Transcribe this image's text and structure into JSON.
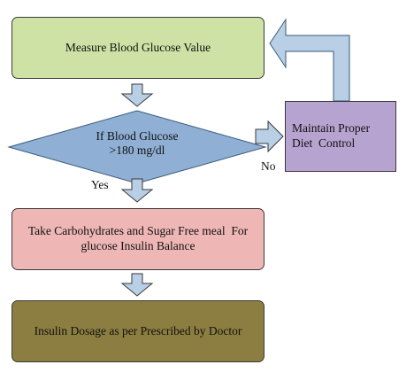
{
  "nodes": {
    "measure": "Measure Blood Glucose Value",
    "decision_line1": "If Blood Glucose",
    "decision_line2": ">180 mg/dl",
    "diet_line1": "Maintain Proper",
    "diet_line2": "Diet  Control",
    "carbs_line1": "Take Carbohydrates and Sugar Free meal  For",
    "carbs_line2": "glucose Insulin Balance",
    "insulin": "Insulin Dosage as per Prescribed by Doctor"
  },
  "labels": {
    "yes": "Yes",
    "no": "No"
  },
  "colors": {
    "measure_fill": "#cfe2a6",
    "decision_fill": "#8fb0d4",
    "diet_fill": "#b7a3cf",
    "carbs_fill": "#efb6b6",
    "insulin_fill": "#8c7d40",
    "arrow_fill": "#b8cfe6"
  }
}
